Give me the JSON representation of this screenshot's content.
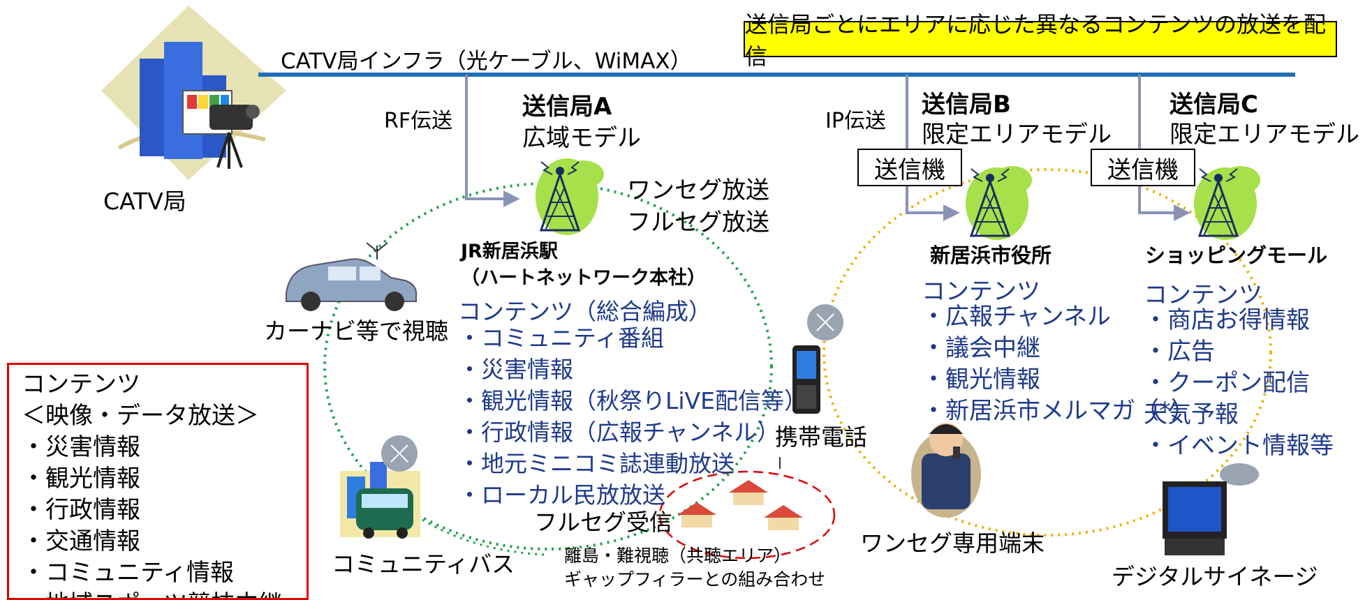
{
  "header": {
    "infra_label": "CATV局インフラ（光ケーブル、WiMAX）",
    "notice": "送信局ごとにエリアに応じた異なるコンテンツの放送を配信"
  },
  "catv": {
    "label": "CATV局"
  },
  "transmission": {
    "rf": "RF伝送",
    "ip": "IP伝送"
  },
  "station_a": {
    "title": "送信局A",
    "subtitle": "広域モデル",
    "broadcast": [
      "ワンセグ放送",
      "フルセグ放送"
    ],
    "location": [
      "JR新居浜駅",
      "（ハートネットワーク本社）"
    ],
    "contents_title": "コンテンツ（総合編成）",
    "contents": [
      "・コミュニティ番組",
      "・災害情報",
      "・観光情報（秋祭りLiVE配信等）",
      "・行政情報（広報チャンネル）",
      "・地元ミニコミ誌連動放送",
      "・ローカル民放放送"
    ]
  },
  "station_b": {
    "title": "送信局B",
    "subtitle": "限定エリアモデル",
    "transmitter": "送信機",
    "location": "新居浜市役所",
    "contents_title": "コンテンツ",
    "contents": [
      "・広報チャンネル",
      "・議会中継",
      "・観光情報",
      "・新居浜市メルマガ（*）"
    ]
  },
  "station_c": {
    "title": "送信局C",
    "subtitle": "限定エリアモデル",
    "transmitter": "送信機",
    "location": "ショッピングモール",
    "contents_title": "コンテンツ",
    "contents": [
      "・商店お得情報",
      "・広告",
      "・クーポン配信",
      "天気予報",
      "・イベント情報等"
    ]
  },
  "receivers": {
    "car": "カーナビ等で視聴",
    "phone": "携帯電話",
    "bus": "コミュニティバス",
    "fullseg": "フルセグ受信",
    "remote": [
      "離島・難視聴（共聴エリア）",
      "ギャップフィラーとの組み合わせ"
    ],
    "oneseg_terminal": "ワンセグ専用端末",
    "signage": "デジタルサイネージ"
  },
  "legend": {
    "title": "コンテンツ",
    "subtitle": "＜映像・データ放送＞",
    "items": [
      "・災害情報",
      "・観光情報",
      "・行政情報",
      "・交通情報",
      "・コミュニティ情報",
      "・地域スポーツ競技中継"
    ]
  },
  "colors": {
    "cable": "#1f6fb5",
    "arrow": "#8a92b6",
    "green_dots": "#1aa34a",
    "orange_dots": "#f0b000",
    "red_dash": "#e00000",
    "navy_text": "#1f3a8a",
    "notice_bg": "#ffff00",
    "legend_border": "#e00000"
  }
}
